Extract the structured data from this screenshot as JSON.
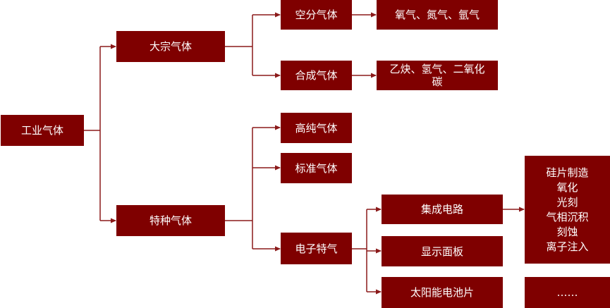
{
  "colors": {
    "box": "#7f0000",
    "line": "#8b1a1a",
    "text": "#ffffff"
  },
  "root": "工业气体",
  "bulk": {
    "label": "大宗气体",
    "children": [
      {
        "label": "空分气体",
        "detail": "氧气、氮气、氩气"
      },
      {
        "label": "合成气体",
        "detail": "乙炔、氢气、二氧化碳"
      }
    ]
  },
  "special": {
    "label": "特种气体",
    "children": [
      "高纯气体",
      "标准气体",
      "电子特气"
    ],
    "electronic": [
      "集成电路",
      "显示面板",
      "太阳能电池片"
    ],
    "processes": [
      "硅片制造",
      "氧化",
      "光刻",
      "气相沉积",
      "刻蚀",
      "离子注入"
    ],
    "more": "……"
  }
}
